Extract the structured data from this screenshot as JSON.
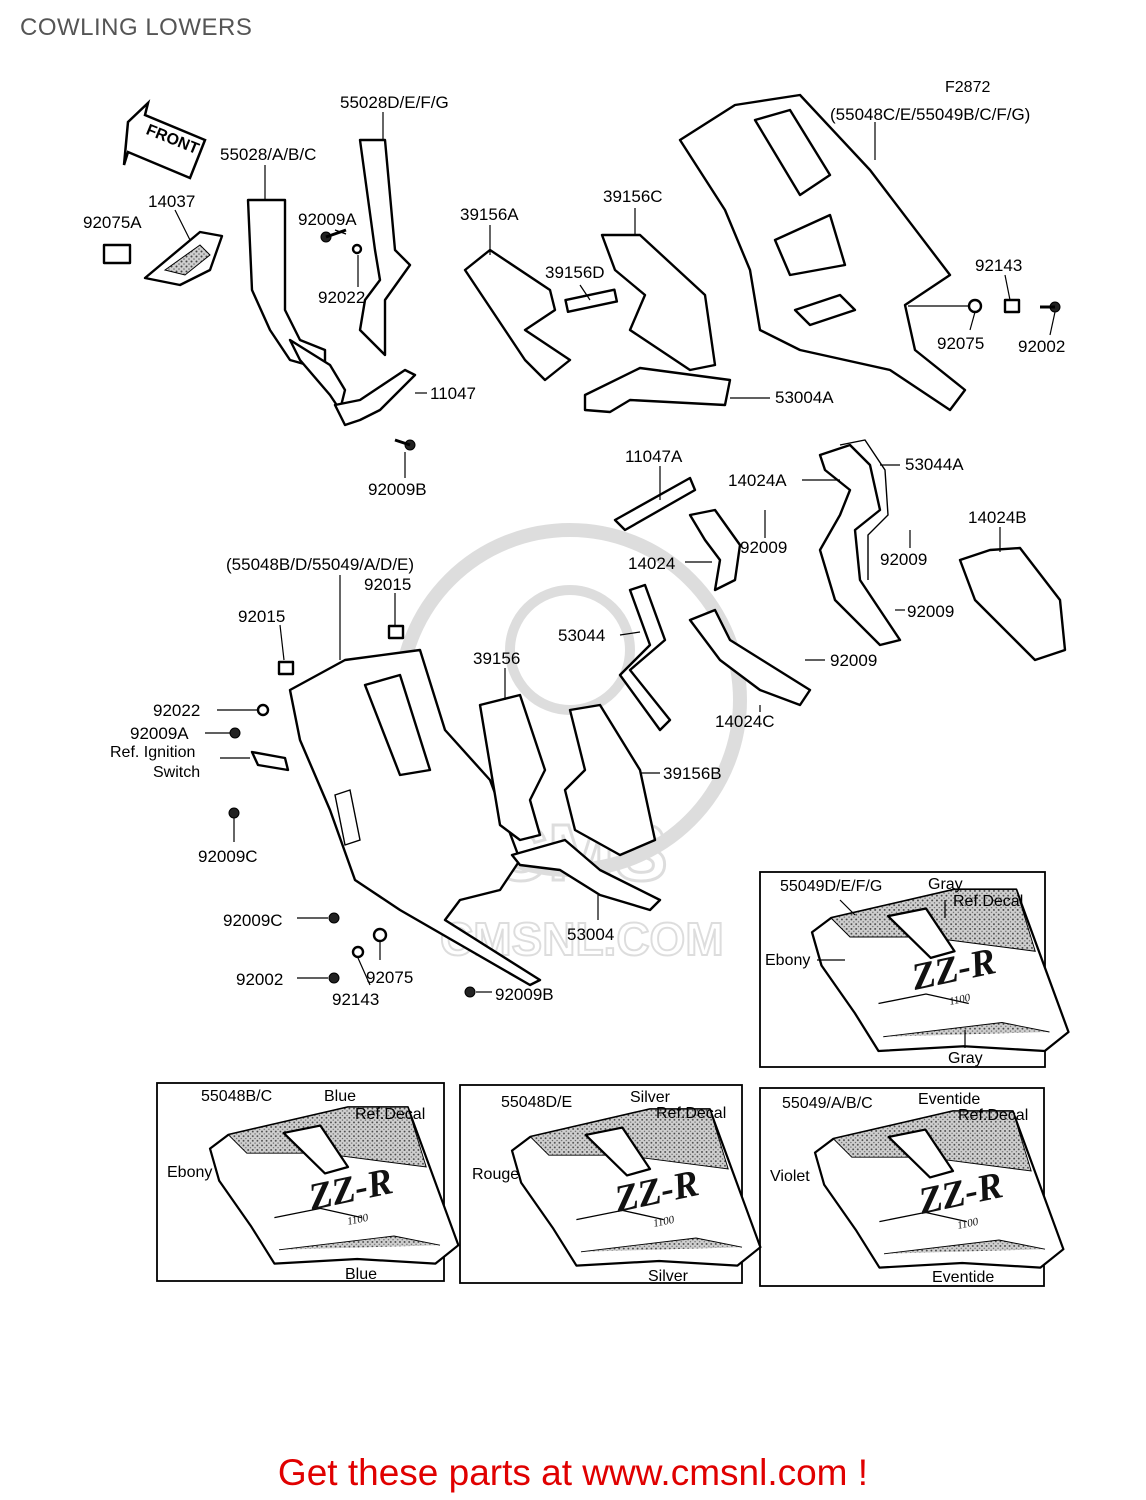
{
  "page": {
    "title": "COWLING LOWERS",
    "footer": "Get these parts at www.cmsnl.com !",
    "footer_color": "#e00000"
  },
  "diagram": {
    "code": "F2872",
    "front_arrow": "FRONT",
    "labels": {
      "p55028DEFG": "55028D/E/F/G",
      "p55028ABC": "55028/A/B/C",
      "p14037": "14037",
      "p92075A": "92075A",
      "p92009A_top": "92009A",
      "p92022_top": "92022",
      "p11047": "11047",
      "p92009B_top": "92009B",
      "p39156A": "39156A",
      "p39156C": "39156C",
      "p39156D": "39156D",
      "p53004A": "53004A",
      "p55048C": "(55048C/E/55049B/C/F/G)",
      "p92143_top": "92143",
      "p92075_top": "92075",
      "p92002_top": "92002",
      "p11047A": "11047A",
      "p14024A": "14024A",
      "p53044A": "53044A",
      "p14024B": "14024B",
      "p92009_a": "92009",
      "p14024": "14024",
      "p92009_b": "92009",
      "p92009_c": "92009",
      "p92009_d": "92009",
      "p14024C": "14024C",
      "p55048B": "(55048B/D/55049/A/D/E)",
      "p92015_a": "92015",
      "p92015_b": "92015",
      "p92022": "92022",
      "p92009A": "92009A",
      "ref_ign_1": "Ref. Ignition",
      "ref_ign_2": "Switch",
      "p92009C_a": "92009C",
      "p92009C_b": "92009C",
      "p92002": "92002",
      "p92143": "92143",
      "p92075": "92075",
      "p92009B": "92009B",
      "p53044": "53044",
      "p39156": "39156",
      "p39156B": "39156B",
      "p53004": "53004"
    },
    "variants": [
      {
        "part": "55049D/E/F/G",
        "top_color": "Gray",
        "decal": "Ref.Decal",
        "body_color": "Ebony",
        "bottom_color": "Gray"
      },
      {
        "part": "55048B/C",
        "top_color": "Blue",
        "decal": "Ref.Decal",
        "body_color": "Ebony",
        "bottom_color": "Blue"
      },
      {
        "part": "55048D/E",
        "top_color": "Silver",
        "decal": "Ref.Decal",
        "body_color": "Rouge",
        "bottom_color": "Silver"
      },
      {
        "part": "55049/A/B/C",
        "top_color": "Eventide",
        "decal": "Ref.Decal",
        "body_color": "Violet",
        "bottom_color": "Eventide"
      }
    ],
    "logo": {
      "model": "ZZ-R",
      "sub": "1100"
    }
  }
}
